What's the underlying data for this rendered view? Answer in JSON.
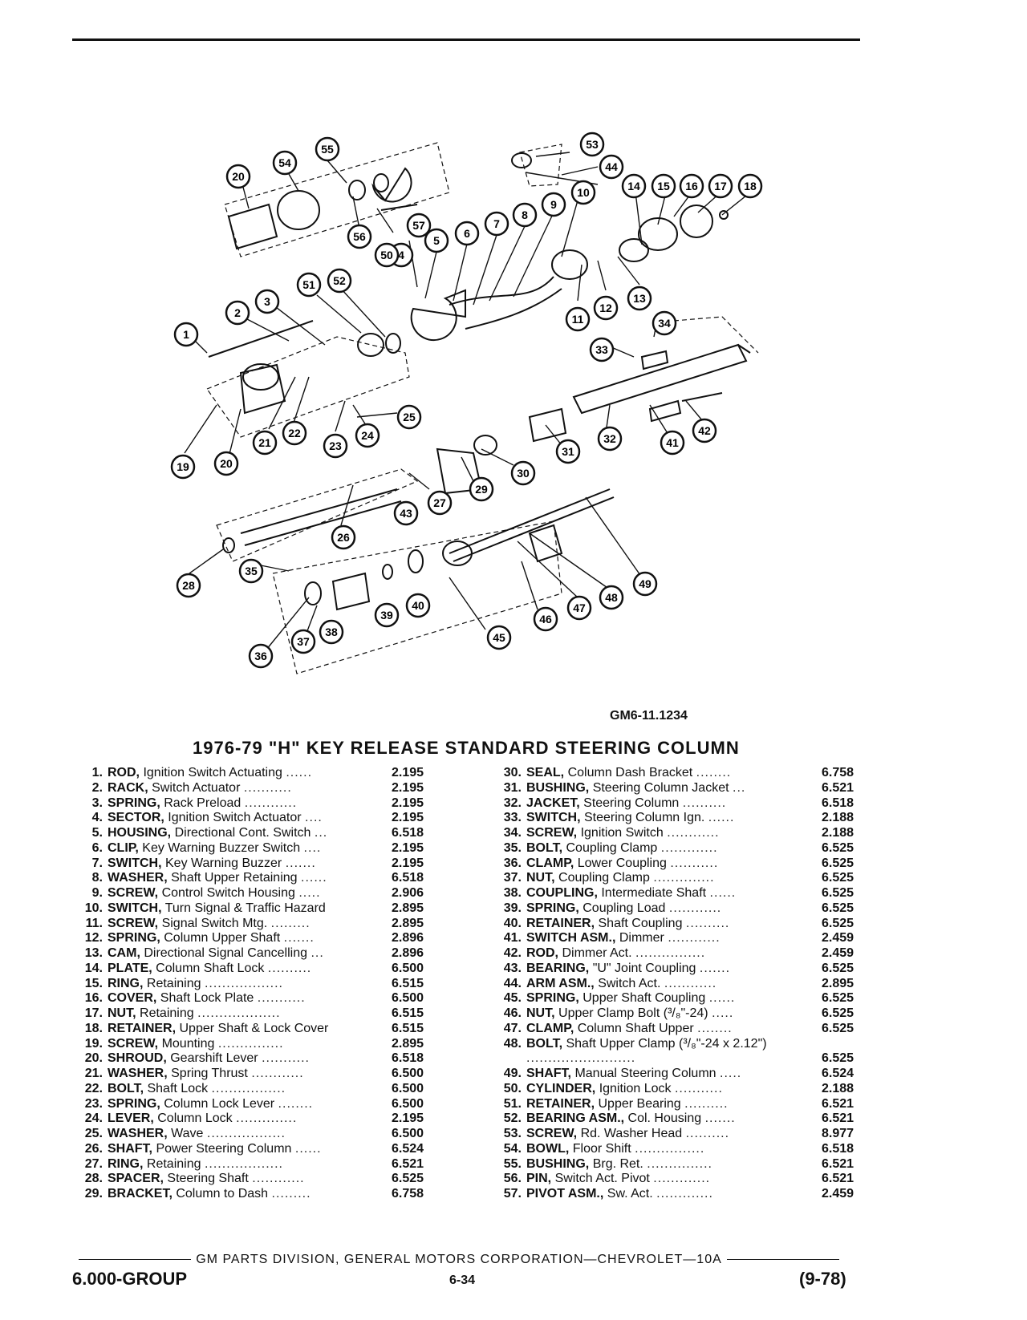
{
  "figure_code": "GM6-11.1234",
  "heading": "1976-79 \"H\" KEY RELEASE STANDARD STEERING COLUMN",
  "callouts": [
    "1",
    "2",
    "3",
    "4",
    "5",
    "6",
    "7",
    "8",
    "9",
    "10",
    "11",
    "12",
    "13",
    "14",
    "15",
    "16",
    "17",
    "18",
    "19",
    "20",
    "20",
    "21",
    "22",
    "23",
    "24",
    "25",
    "26",
    "27",
    "28",
    "29",
    "30",
    "31",
    "32",
    "33",
    "34",
    "35",
    "36",
    "37",
    "38",
    "39",
    "40",
    "41",
    "42",
    "43",
    "44",
    "45",
    "46",
    "47",
    "48",
    "49",
    "50",
    "51",
    "52",
    "53",
    "54",
    "55",
    "56",
    "57"
  ],
  "parts_left": [
    {
      "num": "1.",
      "name": "ROD,",
      "desc": "Ignition Switch Actuating",
      "dots": "......",
      "pn": "2.195"
    },
    {
      "num": "2.",
      "name": "RACK,",
      "desc": "Switch Actuator",
      "dots": "...........",
      "pn": "2.195"
    },
    {
      "num": "3.",
      "name": "SPRING,",
      "desc": "Rack Preload",
      "dots": "............",
      "pn": "2.195"
    },
    {
      "num": "4.",
      "name": "SECTOR,",
      "desc": "Ignition Switch Actuator",
      "dots": "....",
      "pn": "2.195"
    },
    {
      "num": "5.",
      "name": "HOUSING,",
      "desc": "Directional Cont. Switch",
      "dots": "...",
      "pn": "6.518"
    },
    {
      "num": "6.",
      "name": "CLIP,",
      "desc": "Key Warning Buzzer Switch",
      "dots": "....",
      "pn": "2.195"
    },
    {
      "num": "7.",
      "name": "SWITCH,",
      "desc": "Key Warning Buzzer",
      "dots": ".......",
      "pn": "2.195"
    },
    {
      "num": "8.",
      "name": "WASHER,",
      "desc": "Shaft Upper Retaining",
      "dots": "......",
      "pn": "6.518"
    },
    {
      "num": "9.",
      "name": "SCREW,",
      "desc": "Control Switch Housing",
      "dots": ".....",
      "pn": "2.906"
    },
    {
      "num": "10.",
      "name": "SWITCH,",
      "desc": "Turn Signal & Traffic Hazard",
      "dots": "",
      "pn": "2.895"
    },
    {
      "num": "11.",
      "name": "SCREW,",
      "desc": "Signal Switch Mtg.",
      "dots": ".........",
      "pn": "2.895"
    },
    {
      "num": "12.",
      "name": "SPRING,",
      "desc": "Column Upper Shaft",
      "dots": ".......",
      "pn": "2.896"
    },
    {
      "num": "13.",
      "name": "CAM,",
      "desc": "Directional Signal Cancelling",
      "dots": "...",
      "pn": "2.896"
    },
    {
      "num": "14.",
      "name": "PLATE,",
      "desc": "Column Shaft Lock",
      "dots": "..........",
      "pn": "6.500"
    },
    {
      "num": "15.",
      "name": "RING,",
      "desc": "Retaining",
      "dots": "..................",
      "pn": "6.515"
    },
    {
      "num": "16.",
      "name": "COVER,",
      "desc": "Shaft Lock Plate",
      "dots": "...........",
      "pn": "6.500"
    },
    {
      "num": "17.",
      "name": "NUT,",
      "desc": "Retaining",
      "dots": "...................",
      "pn": "6.515"
    },
    {
      "num": "18.",
      "name": "RETAINER,",
      "desc": "Upper Shaft & Lock Cover",
      "dots": "",
      "pn": "6.515"
    },
    {
      "num": "19.",
      "name": "SCREW,",
      "desc": "Mounting",
      "dots": "...............",
      "pn": "2.895"
    },
    {
      "num": "20.",
      "name": "SHROUD,",
      "desc": "Gearshift Lever",
      "dots": "...........",
      "pn": "6.518"
    },
    {
      "num": "21.",
      "name": "WASHER,",
      "desc": "Spring Thrust",
      "dots": "............",
      "pn": "6.500"
    },
    {
      "num": "22.",
      "name": "BOLT,",
      "desc": "Shaft Lock",
      "dots": ".................",
      "pn": "6.500"
    },
    {
      "num": "23.",
      "name": "SPRING,",
      "desc": "Column Lock Lever",
      "dots": "........",
      "pn": "6.500"
    },
    {
      "num": "24.",
      "name": "LEVER,",
      "desc": "Column Lock",
      "dots": "..............",
      "pn": "2.195"
    },
    {
      "num": "25.",
      "name": "WASHER,",
      "desc": "Wave",
      "dots": "..................",
      "pn": "6.500"
    },
    {
      "num": "26.",
      "name": "SHAFT,",
      "desc": "Power Steering Column",
      "dots": "......",
      "pn": "6.524"
    },
    {
      "num": "27.",
      "name": "RING,",
      "desc": "Retaining",
      "dots": "..................",
      "pn": "6.521"
    },
    {
      "num": "28.",
      "name": "SPACER,",
      "desc": "Steering Shaft",
      "dots": "............",
      "pn": "6.525"
    },
    {
      "num": "29.",
      "name": "BRACKET,",
      "desc": "Column to Dash",
      "dots": ".........",
      "pn": "6.758"
    }
  ],
  "parts_right": [
    {
      "num": "30.",
      "name": "SEAL,",
      "desc": "Column Dash Bracket",
      "dots": "........",
      "pn": "6.758"
    },
    {
      "num": "31.",
      "name": "BUSHING,",
      "desc": "Steering Column Jacket",
      "dots": "...",
      "pn": "6.521"
    },
    {
      "num": "32.",
      "name": "JACKET,",
      "desc": "Steering Column",
      "dots": "..........",
      "pn": "6.518"
    },
    {
      "num": "33.",
      "name": "SWITCH,",
      "desc": "Steering Column Ign.",
      "dots": "......",
      "pn": "2.188"
    },
    {
      "num": "34.",
      "name": "SCREW,",
      "desc": "Ignition Switch",
      "dots": "............",
      "pn": "2.188"
    },
    {
      "num": "35.",
      "name": "BOLT,",
      "desc": "Coupling Clamp",
      "dots": ".............",
      "pn": "6.525"
    },
    {
      "num": "36.",
      "name": "CLAMP,",
      "desc": "Lower Coupling",
      "dots": "...........",
      "pn": "6.525"
    },
    {
      "num": "37.",
      "name": "NUT,",
      "desc": "Coupling Clamp",
      "dots": "..............",
      "pn": "6.525"
    },
    {
      "num": "38.",
      "name": "COUPLING,",
      "desc": "Intermediate Shaft",
      "dots": "......",
      "pn": "6.525"
    },
    {
      "num": "39.",
      "name": "SPRING,",
      "desc": "Coupling Load",
      "dots": "............",
      "pn": "6.525"
    },
    {
      "num": "40.",
      "name": "RETAINER,",
      "desc": "Shaft Coupling",
      "dots": "..........",
      "pn": "6.525"
    },
    {
      "num": "41.",
      "name": "SWITCH ASM.,",
      "desc": "Dimmer",
      "dots": "............",
      "pn": "2.459"
    },
    {
      "num": "42.",
      "name": "ROD,",
      "desc": "Dimmer Act.",
      "dots": "................",
      "pn": "2.459"
    },
    {
      "num": "43.",
      "name": "BEARING,",
      "desc": "\"U\" Joint Coupling",
      "dots": ".......",
      "pn": "6.525"
    },
    {
      "num": "44.",
      "name": "ARM ASM.,",
      "desc": "Switch Act.",
      "dots": "............",
      "pn": "2.895"
    },
    {
      "num": "45.",
      "name": "SPRING,",
      "desc": "Upper Shaft Coupling",
      "dots": "......",
      "pn": "6.525"
    },
    {
      "num": "46.",
      "name": "NUT,",
      "desc": "Upper Clamp Bolt (³/₈\"-24)",
      "dots": ".....",
      "pn": "6.525"
    },
    {
      "num": "47.",
      "name": "CLAMP,",
      "desc": "Column Shaft Upper",
      "dots": "........",
      "pn": "6.525"
    },
    {
      "num": "48.",
      "name": "BOLT,",
      "desc": "Shaft Upper Clamp (³/₈\"-24 x 2.12\")",
      "dots": ".........................",
      "pn": "6.525",
      "two_line": true
    },
    {
      "num": "49.",
      "name": "SHAFT,",
      "desc": "Manual Steering Column",
      "dots": ".....",
      "pn": "6.524"
    },
    {
      "num": "50.",
      "name": "CYLINDER,",
      "desc": "Ignition Lock",
      "dots": "...........",
      "pn": "2.188"
    },
    {
      "num": "51.",
      "name": "RETAINER,",
      "desc": "Upper Bearing",
      "dots": "..........",
      "pn": "6.521"
    },
    {
      "num": "52.",
      "name": "BEARING ASM.,",
      "desc": "Col. Housing",
      "dots": ".......",
      "pn": "6.521"
    },
    {
      "num": "53.",
      "name": "SCREW,",
      "desc": "Rd. Washer Head",
      "dots": "..........",
      "pn": "8.977"
    },
    {
      "num": "54.",
      "name": "BOWL,",
      "desc": "Floor Shift",
      "dots": "................",
      "pn": "6.518"
    },
    {
      "num": "55.",
      "name": "BUSHING,",
      "desc": "Brg. Ret.",
      "dots": "...............",
      "pn": "6.521"
    },
    {
      "num": "56.",
      "name": "PIN,",
      "desc": "Switch Act. Pivot",
      "dots": ".............",
      "pn": "6.521"
    },
    {
      "num": "57.",
      "name": "PIVOT ASM.,",
      "desc": "Sw. Act.",
      "dots": ".............",
      "pn": "2.459"
    }
  ],
  "footer": {
    "division": "GM PARTS DIVISION, GENERAL MOTORS CORPORATION—CHEVROLET—10A",
    "group": "6.000-GROUP",
    "page": "6-34",
    "revision": "(9-78)"
  }
}
